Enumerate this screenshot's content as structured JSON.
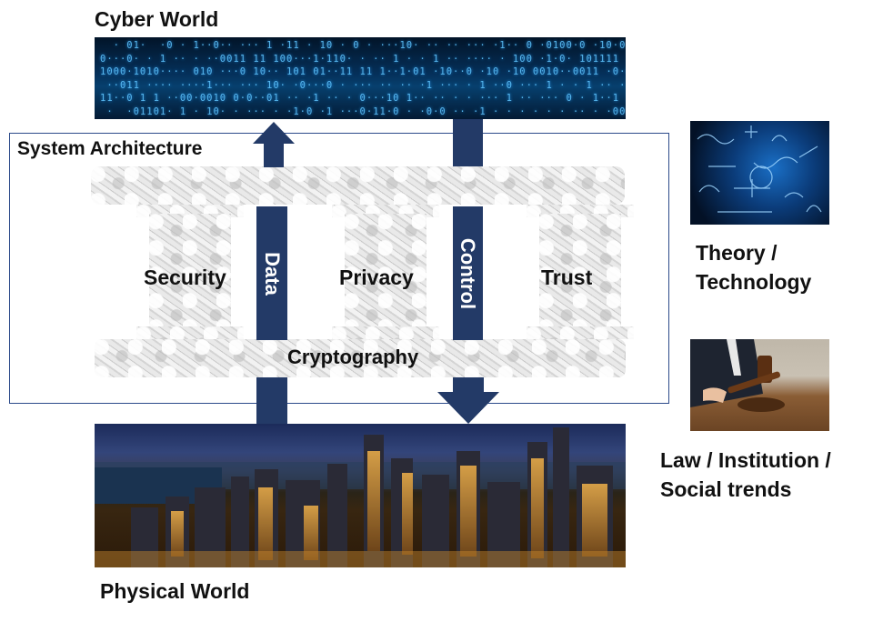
{
  "cyber_world": {
    "title": "Cyber World"
  },
  "physical_world": {
    "title": "Physical World"
  },
  "architecture": {
    "title": "System Architecture",
    "pillars": [
      "Security",
      "Privacy",
      "Trust"
    ],
    "foundation": "Cryptography",
    "flows": {
      "up": "Data",
      "down": "Control"
    }
  },
  "side_panels": {
    "theory": {
      "line1": "Theory /",
      "line2": "Technology"
    },
    "law": {
      "line1": "Law / Institution /",
      "line2": "Social trends"
    }
  },
  "colors": {
    "arrow": "#233a67",
    "frame": "#2c4a8a"
  }
}
